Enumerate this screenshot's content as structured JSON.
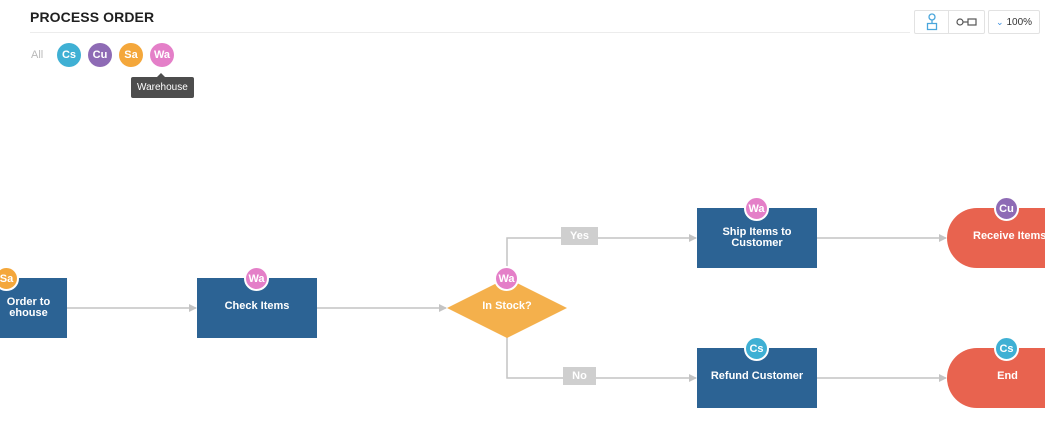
{
  "header": {
    "title": "PROCESS ORDER",
    "zoom": "100%"
  },
  "toolbar": {
    "icons": [
      "lane-view-icon",
      "link-view-icon"
    ]
  },
  "filters": {
    "all_label": "All",
    "roles": [
      {
        "initials": "Cs",
        "color": "#3fb0d4"
      },
      {
        "initials": "Cu",
        "color": "#8e6bb5"
      },
      {
        "initials": "Sa",
        "color": "#f4a73b"
      },
      {
        "initials": "Wa",
        "color": "#e47fc8"
      }
    ],
    "tooltip": "Warehouse"
  },
  "colors": {
    "process": "#2c6394",
    "decision": "#f4b04c",
    "terminal": "#e8634f",
    "edge": "#c4c4c4",
    "edge_label_bg": "#cfcfcf"
  },
  "nodes": {
    "send_order": {
      "label": "Send Order to Warehouse",
      "label_line1": "Order to",
      "label_line2": "ehouse",
      "role": "Sa"
    },
    "check_items": {
      "label": "Check Items",
      "role": "Wa"
    },
    "in_stock": {
      "label": "In Stock?",
      "role": "Wa"
    },
    "ship_items": {
      "label_line1": "Ship Items to",
      "label_line2": "Customer",
      "role": "Wa"
    },
    "refund": {
      "label": "Refund Customer",
      "role": "Cs"
    },
    "receive": {
      "label": "Receive Items",
      "role": "Cu"
    },
    "end": {
      "label": "End",
      "role": "Cs"
    }
  },
  "edges": {
    "yes_label": "Yes",
    "no_label": "No"
  }
}
